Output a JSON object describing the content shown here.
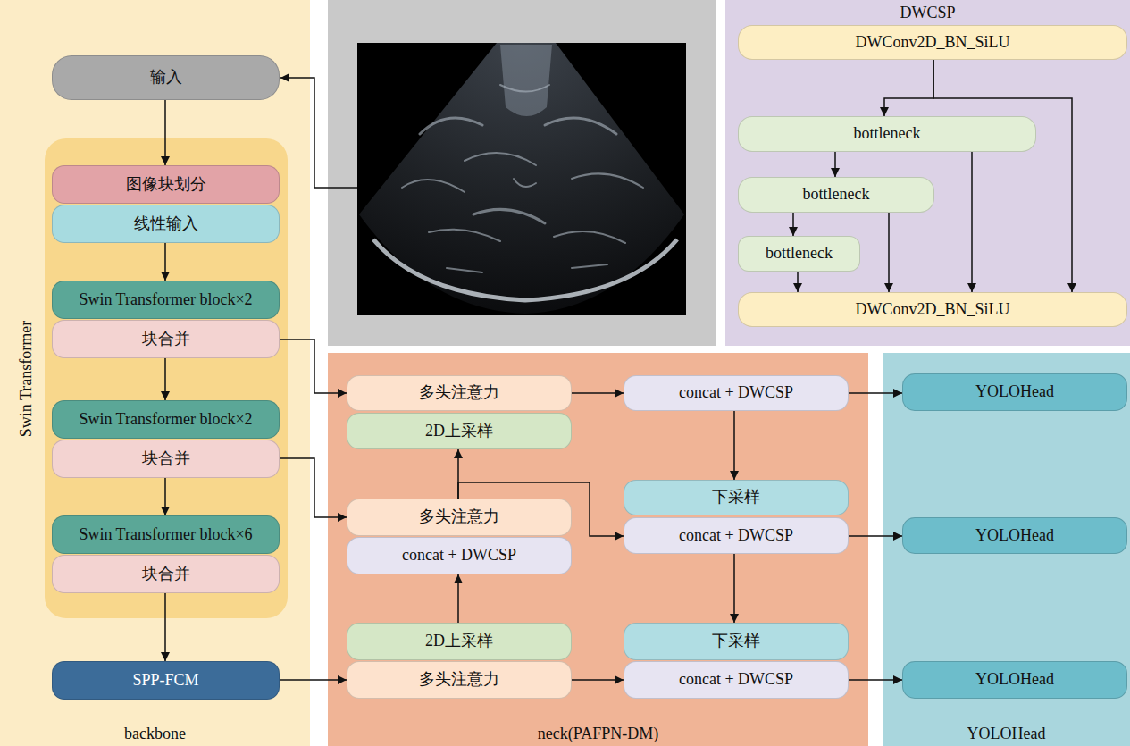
{
  "diagram": {
    "nodes": [
      {
        "text": [
          "backbone"
        ]
      },
      {
        "text": [
          "Swin Transformer"
        ],
        "in": 0
      },
      {
        "text": [
          "输入"
        ],
        "in": 0
      },
      {
        "text": [
          "图像块划分"
        ],
        "in": 1
      },
      {
        "text": [
          "线性输入"
        ],
        "in": 1
      },
      {
        "text": [
          "Swin Transformer block×2"
        ],
        "in": 1
      },
      {
        "text": [
          "块合并"
        ],
        "in": 1
      },
      {
        "text": [
          "Swin Transformer block×2"
        ],
        "in": 1
      },
      {
        "text": [
          "块合并"
        ],
        "in": 1
      },
      {
        "text": [
          "Swin Transformer block×6"
        ],
        "in": 1
      },
      {
        "text": [
          "块合并"
        ],
        "in": 1
      },
      {
        "text": [
          "SPP-FCM"
        ],
        "in": 0
      },
      {
        "text": [
          "DWCSP"
        ]
      },
      {
        "text": [
          "DWConv2D_BN_SiLU"
        ],
        "in": 12
      },
      {
        "text": [
          "bottleneck"
        ],
        "in": 12
      },
      {
        "text": [
          "bottleneck"
        ],
        "in": 12
      },
      {
        "text": [
          "bottleneck"
        ],
        "in": 12
      },
      {
        "text": [
          "DWConv2D_BN_SiLU"
        ],
        "in": 12
      },
      {
        "text": [
          "neck(PAFPN-DM)"
        ]
      },
      {
        "text": [
          "多头注意力"
        ],
        "in": 18
      },
      {
        "text": [
          "2D上采样"
        ],
        "in": 18
      },
      {
        "text": [
          "多头注意力"
        ],
        "in": 18
      },
      {
        "text": [
          "concat + DWCSP"
        ],
        "in": 18
      },
      {
        "text": [
          "2D上采样"
        ],
        "in": 18
      },
      {
        "text": [
          "多头注意力"
        ],
        "in": 18
      },
      {
        "text": [
          "concat + DWCSP"
        ],
        "in": 18
      },
      {
        "text": [
          "下采样"
        ],
        "in": 18
      },
      {
        "text": [
          "concat + DWCSP"
        ],
        "in": 18
      },
      {
        "text": [
          "下采样"
        ],
        "in": 18
      },
      {
        "text": [
          "concat + DWCSP"
        ],
        "in": 18
      },
      {
        "text": [
          "YOLOHead"
        ]
      },
      {
        "text": [
          "YOLOHead"
        ],
        "in": 30
      },
      {
        "text": [
          "YOLOHead"
        ],
        "in": 30
      },
      {
        "text": [
          "YOLOHead"
        ],
        "in": 30
      }
    ],
    "edges": [
      {
        "from": 2,
        "to": 3,
        "arrow": "to"
      },
      {
        "from": 4,
        "to": 5,
        "arrow": "to"
      },
      {
        "from": 6,
        "to": 7,
        "arrow": "to"
      },
      {
        "from": 8,
        "to": 9,
        "arrow": "to"
      },
      {
        "from": 10,
        "to": 11,
        "arrow": "to"
      },
      {
        "from": 6,
        "to": 19,
        "arrow": "to"
      },
      {
        "from": 8,
        "to": 21,
        "arrow": "to"
      },
      {
        "from": 11,
        "to": 24,
        "arrow": "to"
      },
      {
        "from": 13,
        "to": 14,
        "arrow": "to"
      },
      {
        "from": 13,
        "to": 17,
        "arrow": "to"
      },
      {
        "from": 14,
        "to": 15,
        "arrow": "to"
      },
      {
        "from": 14,
        "to": 17,
        "arrow": "to"
      },
      {
        "from": 15,
        "to": 16,
        "arrow": "to"
      },
      {
        "from": 15,
        "to": 17,
        "arrow": "to"
      },
      {
        "from": 16,
        "to": 17,
        "arrow": "to"
      },
      {
        "from": 19,
        "to": 25,
        "arrow": "to"
      },
      {
        "from": 25,
        "to": 26,
        "arrow": "to"
      },
      {
        "from": 25,
        "to": 31,
        "arrow": "to"
      },
      {
        "from": 21,
        "to": 20,
        "arrow": "to"
      },
      {
        "from": 21,
        "to": 27,
        "arrow": "to"
      },
      {
        "from": 23,
        "to": 22,
        "arrow": "to"
      },
      {
        "from": 27,
        "to": 28,
        "arrow": "to"
      },
      {
        "from": 27,
        "to": 32,
        "arrow": "to"
      },
      {
        "from": 24,
        "to": 29,
        "arrow": "to"
      },
      {
        "from": 29,
        "to": 33,
        "arrow": "to"
      }
    ]
  }
}
